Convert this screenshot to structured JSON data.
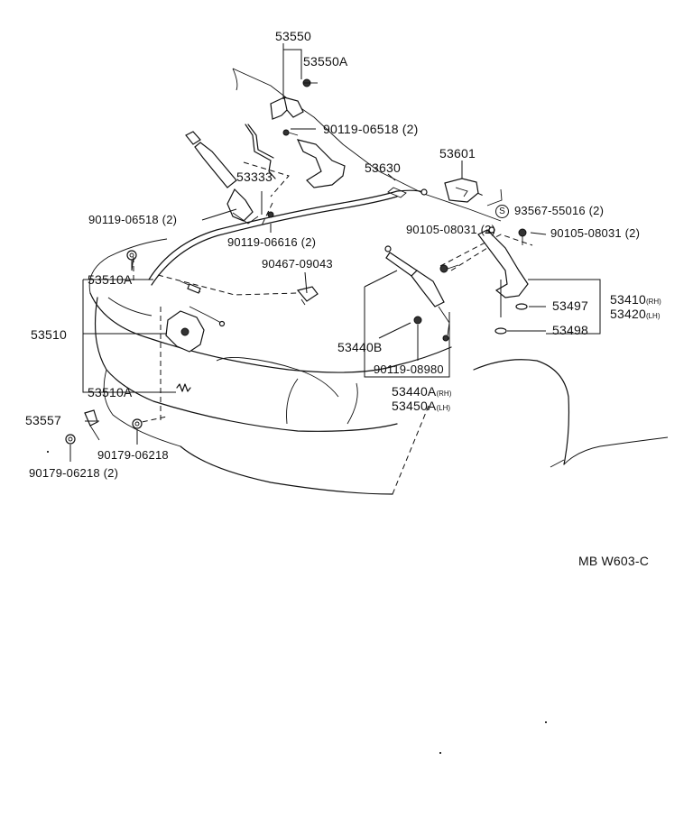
{
  "labels": {
    "p53550": "53550",
    "p53550A": "53550A",
    "p90119_06518_top": "90119-06518 (2)",
    "p53601": "53601",
    "p53333": "53333",
    "p53630": "53630",
    "p93567": "93567-55016 (2)",
    "p93567_circle": "S",
    "p90119_06518_left": "90119-06518 (2)",
    "p90119_06616": "90119-06616 (2)",
    "p90105_mid": "90105-08031 (2)",
    "p90105_right": "90105-08031 (2)",
    "p90467": "90467-09043",
    "p53510A_top": "53510A",
    "p53497": "53497",
    "p53410": "53410",
    "p53410_sfx": "(RH)",
    "p53420": "53420",
    "p53420_sfx": "(LH)",
    "p53510": "53510",
    "p53498": "53498",
    "p53440B": "53440B",
    "p90119_08980": "90119-08980",
    "p53510A_bottom": "53510A",
    "p53440A": "53440A",
    "p53440A_sfx": "(RH)",
    "p53450A": "53450A",
    "p53450A_sfx": "(LH)",
    "p53557": "53557",
    "p90179_06218": "90179-06218",
    "p90179_06218_2": "90179-06218 (2)",
    "code": "MB W603-C"
  }
}
